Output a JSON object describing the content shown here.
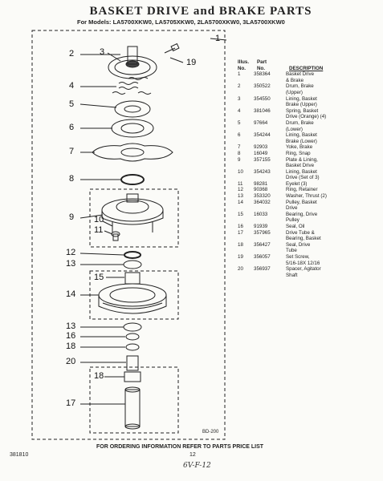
{
  "title": "BASKET DRIVE and BRAKE PARTS",
  "subtitle": "For Models: LA5700XKW0, LA5705XKW0, 2LA5700XKW0, 3LA5700XKW0",
  "callouts": {
    "c1": "1",
    "c2": "2",
    "c3": "3",
    "c4": "4",
    "c5": "5",
    "c6": "6",
    "c7": "7",
    "c8": "8",
    "c9": "9",
    "c10": "10",
    "c11": "11",
    "c12": "12",
    "c13a": "13",
    "c14": "14",
    "c15": "15",
    "c13b": "13",
    "c16": "16",
    "c18a": "18",
    "c20": "20",
    "c18b": "18",
    "c17": "17",
    "c19": "19"
  },
  "drawing_code": "BD-200",
  "table": {
    "header_illus_top": "Illus.",
    "header_part_top": "Part",
    "header_no": "No.",
    "header_no2": "No.",
    "header_desc": "DESCRIPTION",
    "rows": [
      {
        "n": "1",
        "p": "358364",
        "d": "Basket Drive"
      },
      {
        "n": "",
        "p": "",
        "d": "& Brake"
      },
      {
        "n": "2",
        "p": "350522",
        "d": "Drum, Brake"
      },
      {
        "n": "",
        "p": "",
        "d": "(Upper)"
      },
      {
        "n": "3",
        "p": "354550",
        "d": "Lining, Basket"
      },
      {
        "n": "",
        "p": "",
        "d": "Brake (Upper)"
      },
      {
        "n": "4",
        "p": "381046",
        "d": "Spring, Basket"
      },
      {
        "n": "",
        "p": "",
        "d": "Drive (Orange) (4)"
      },
      {
        "n": "5",
        "p": "97664",
        "d": "Drum, Brake"
      },
      {
        "n": "",
        "p": "",
        "d": "(Lower)"
      },
      {
        "n": "6",
        "p": "354244",
        "d": "Lining, Basket"
      },
      {
        "n": "",
        "p": "",
        "d": "Brake (Lower)"
      },
      {
        "n": "7",
        "p": "92903",
        "d": "Yoke, Brake"
      },
      {
        "n": "8",
        "p": "16049",
        "d": "Ring, Snap"
      },
      {
        "n": "9",
        "p": "357155",
        "d": "Plate & Lining,"
      },
      {
        "n": "",
        "p": "",
        "d": "Basket Drive"
      },
      {
        "n": "10",
        "p": "354243",
        "d": "Lining, Basket"
      },
      {
        "n": "",
        "p": "",
        "d": "Drive (Set of 3)"
      },
      {
        "n": "11",
        "p": "98281",
        "d": "Eyelet (3)"
      },
      {
        "n": "12",
        "p": "90368",
        "d": "Ring, Retainer"
      },
      {
        "n": "13",
        "p": "353320",
        "d": "Washer, Thrust (2)"
      },
      {
        "n": "14",
        "p": "364032",
        "d": "Pulley, Basket"
      },
      {
        "n": "",
        "p": "",
        "d": "Drive"
      },
      {
        "n": "15",
        "p": "16033",
        "d": "Bearing, Drive"
      },
      {
        "n": "",
        "p": "",
        "d": "Pulley"
      },
      {
        "n": "16",
        "p": "91939",
        "d": "Seal, Oil"
      },
      {
        "n": "17",
        "p": "357965",
        "d": "Drive Tube &"
      },
      {
        "n": "",
        "p": "",
        "d": "Bearing, Basket"
      },
      {
        "n": "18",
        "p": "356427",
        "d": "Seal, Drive"
      },
      {
        "n": "",
        "p": "",
        "d": "Tube"
      },
      {
        "n": "19",
        "p": "356057",
        "d": "Set Screw,"
      },
      {
        "n": "",
        "p": "",
        "d": "5/16-18X 12/16"
      },
      {
        "n": "20",
        "p": "356937",
        "d": "Spacer, Agitator"
      },
      {
        "n": "",
        "p": "",
        "d": "Shaft"
      }
    ]
  },
  "footer": "FOR ORDERING INFORMATION REFER TO PARTS PRICE LIST",
  "page_code": "381810",
  "page_number": "12",
  "handwritten_note": "6V-F-12"
}
